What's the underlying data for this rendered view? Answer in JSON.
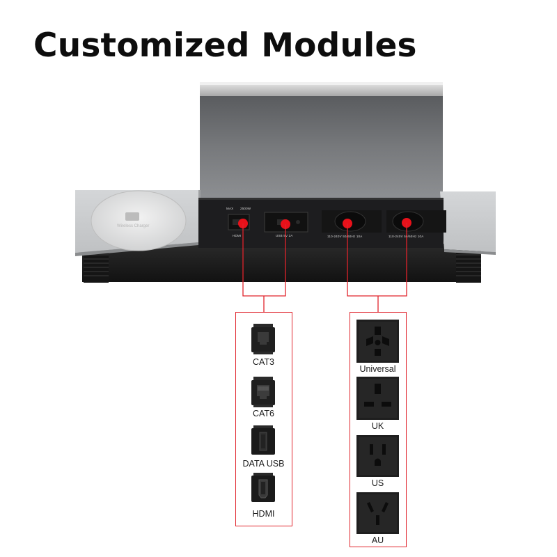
{
  "title": "Customized Modules",
  "device": {
    "max_label": "MAX",
    "wattage_label": "2500W",
    "hdmi_port_label": "HDMI",
    "usb_label": "USB 5V 2A",
    "socket1_label": "110-240V 50/60Hz 10A",
    "socket2_label": "110-240V 50/60Hz 10A",
    "charger_label": "Wireless Charger"
  },
  "data_modules": [
    {
      "label": "CAT3",
      "icon": "cat3-jack-icon"
    },
    {
      "label": "CAT6",
      "icon": "cat6-jack-icon"
    },
    {
      "label": "DATA USB",
      "icon": "usb-port-icon"
    },
    {
      "label": "HDMI",
      "icon": "hdmi-port-icon"
    }
  ],
  "power_modules": [
    {
      "label": "Universal",
      "icon": "universal-socket-icon"
    },
    {
      "label": "UK",
      "icon": "uk-socket-icon"
    },
    {
      "label": "US",
      "icon": "us-socket-icon"
    },
    {
      "label": "AU",
      "icon": "au-socket-icon"
    }
  ],
  "colors": {
    "accent": "#e0232b",
    "module": "#1e1e1e",
    "aluminum": "#c9cbcd"
  }
}
